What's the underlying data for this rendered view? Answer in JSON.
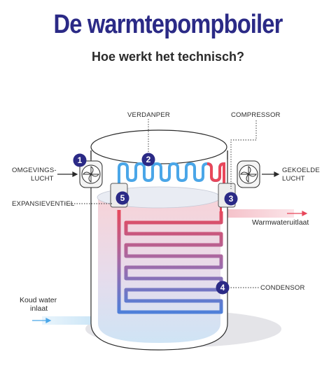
{
  "header": {
    "title": "De warmtepompboiler",
    "subtitle": "Hoe werkt het technisch?"
  },
  "labels": {
    "verdanper": "VERDANPER",
    "compressor": "COMPRESSOR",
    "omgevingslucht_1": "OMGEVINGS-",
    "omgevingslucht_2": "LUCHT",
    "gekoelde_1": "GEKOELDE",
    "gekoelde_2": "LUCHT",
    "expansieventiel": "EXPANSIEVENTIEL",
    "warmwater": "Warmwateruitlaat",
    "condensor": "CONDENSOR",
    "koudwater_1": "Koud water",
    "koudwater_2": "inlaat"
  },
  "steps": [
    "1",
    "2",
    "3",
    "4",
    "5"
  ],
  "colors": {
    "navy": "#2b2a86",
    "pipe_blue": "#4aa6e8",
    "pipe_red": "#e8475a",
    "tank_outline": "#2a2a2a",
    "water_top": "#f6c9cf",
    "water_bottom": "#c8e2f4"
  }
}
